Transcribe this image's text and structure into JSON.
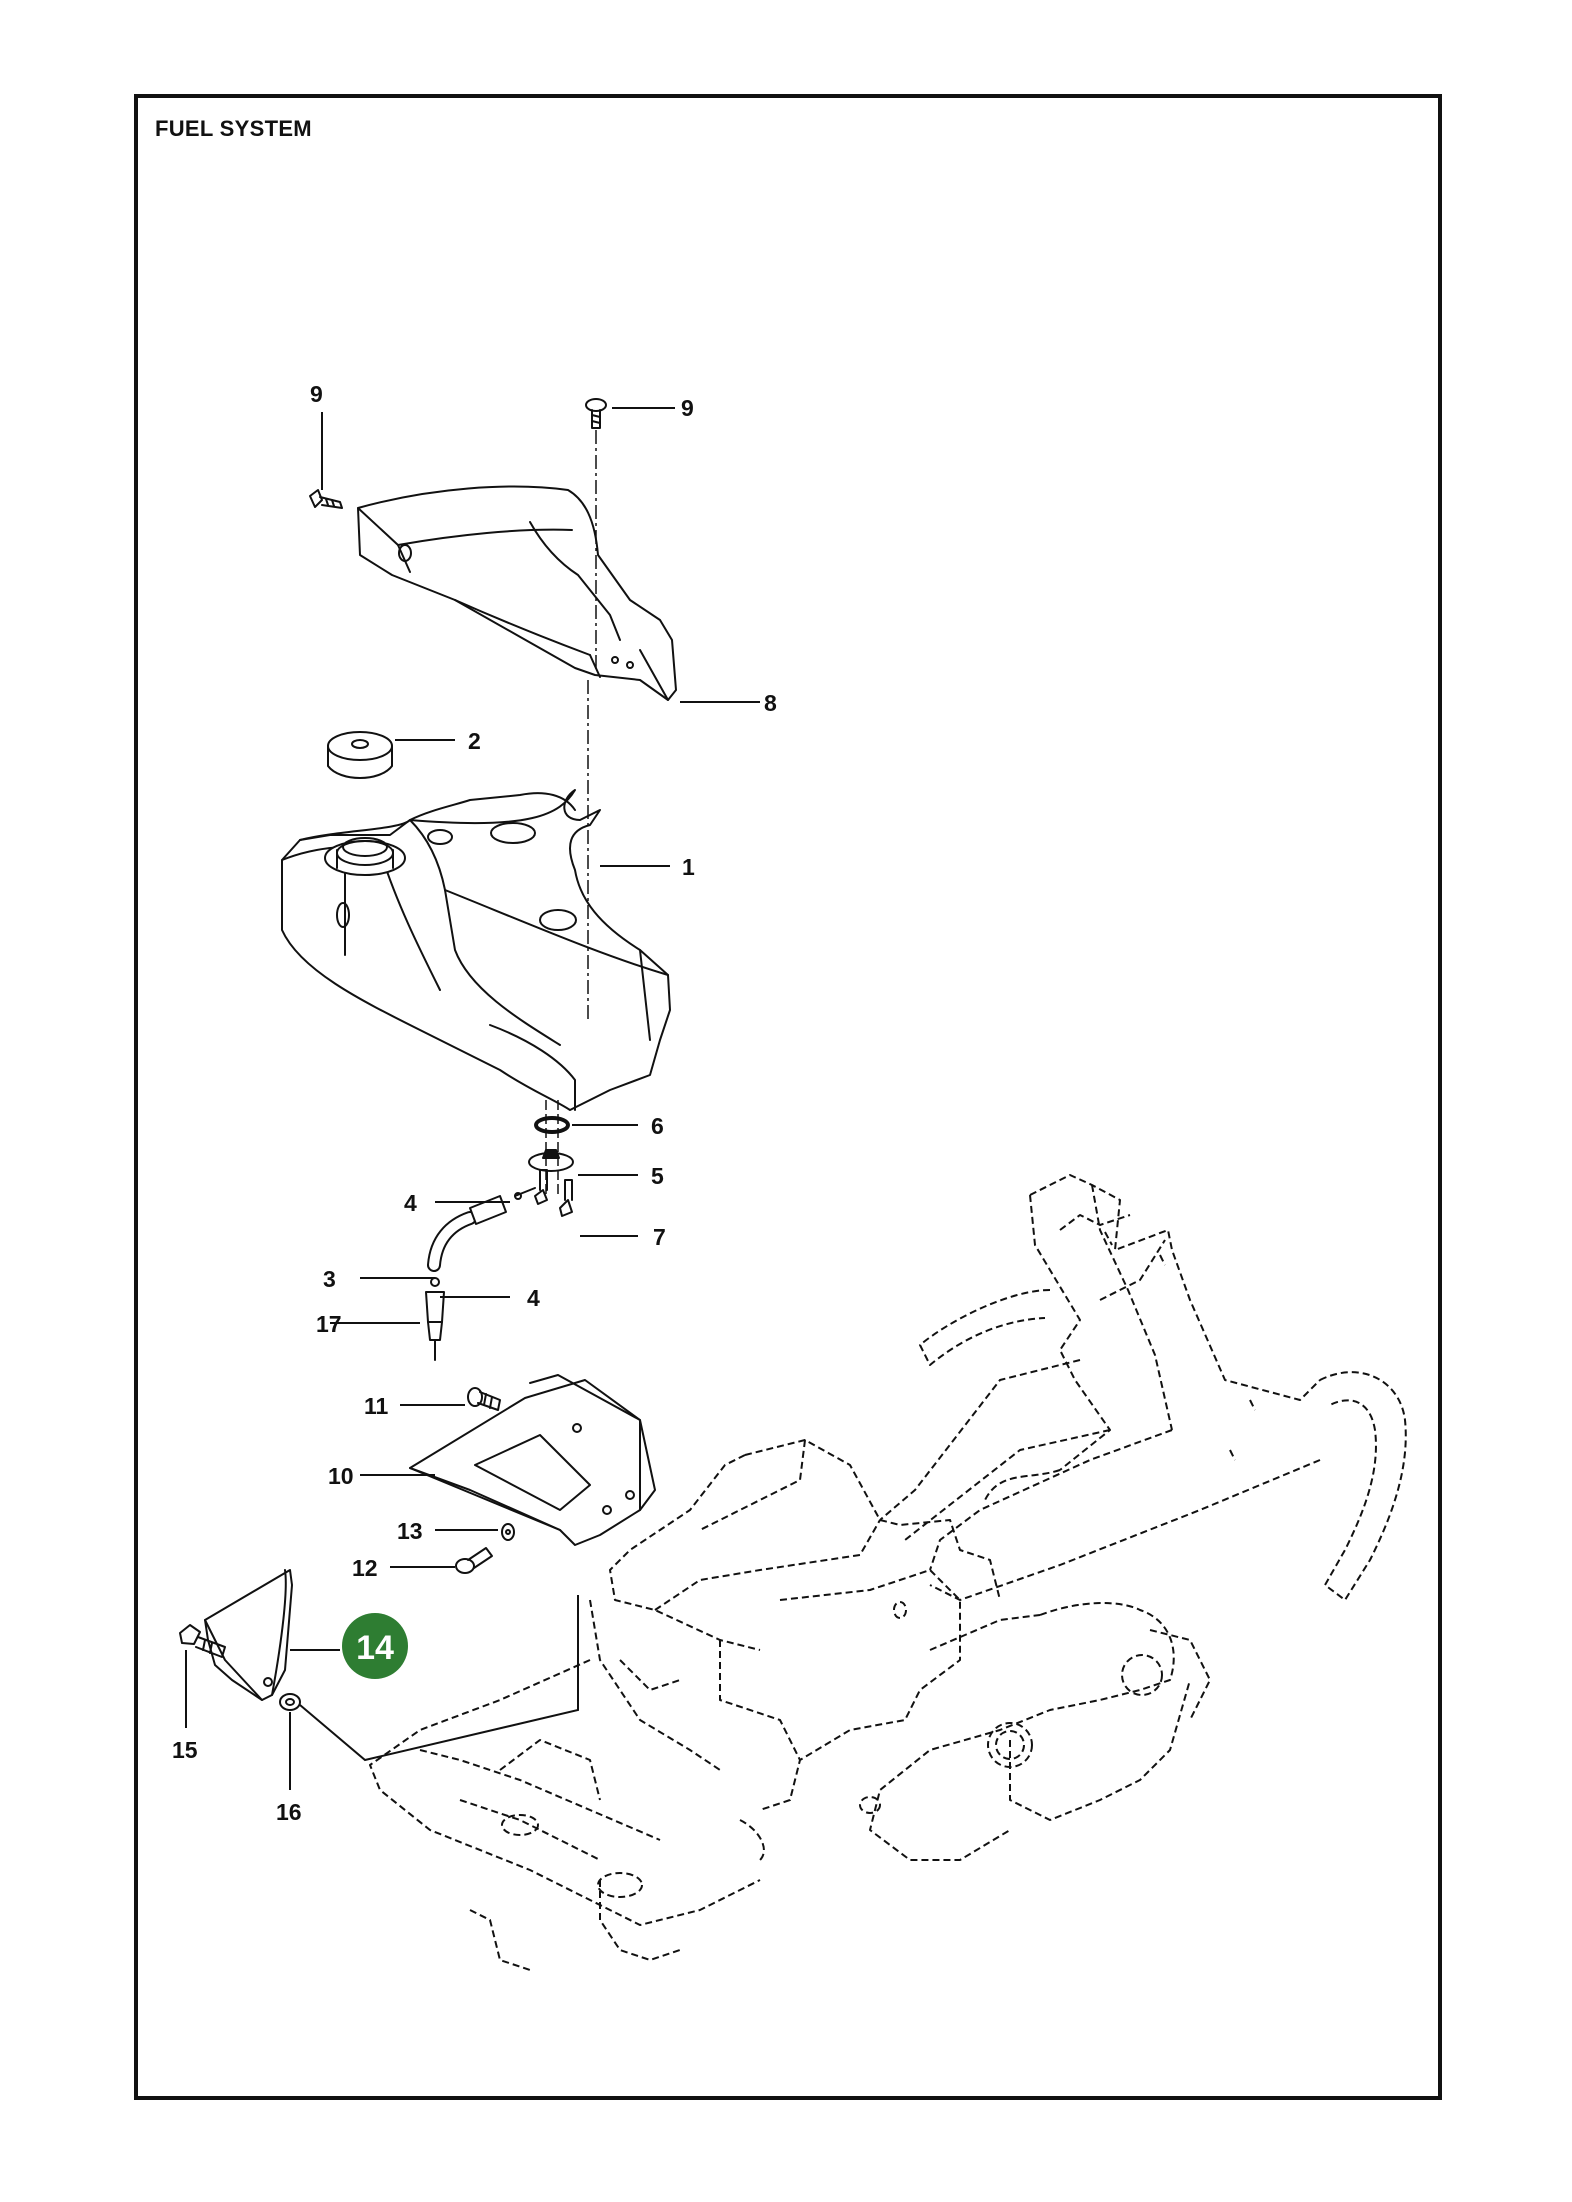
{
  "title": "FUEL SYSTEM",
  "highlight_color": "#2e7d32",
  "callouts": {
    "c1": "1",
    "c2": "2",
    "c3": "3",
    "c4a": "4",
    "c4b": "4",
    "c5": "5",
    "c6": "6",
    "c7": "7",
    "c8": "8",
    "c9a": "9",
    "c9b": "9",
    "c10": "10",
    "c11": "11",
    "c12": "12",
    "c13": "13",
    "c14": "14",
    "c15": "15",
    "c16": "16",
    "c17": "17"
  }
}
